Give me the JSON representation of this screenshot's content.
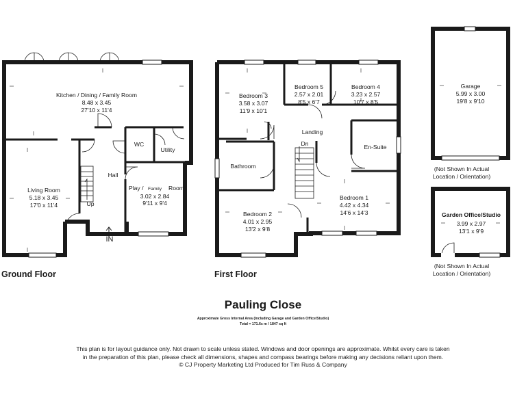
{
  "ground_floor": {
    "label": "Ground Floor",
    "kitchen": {
      "name": "Kitchen / Dining / Family Room",
      "metric": "8.48 x 3.45",
      "imperial": "27'10 x 11'4"
    },
    "living": {
      "name": "Living Room",
      "metric": "5.18 x 3.45",
      "imperial": "17'0 x 11'4"
    },
    "wc": {
      "name": "WC"
    },
    "utility": {
      "name": "Utility"
    },
    "hall": {
      "name": "Hall"
    },
    "play": {
      "name": "Play /",
      "name2": "Family",
      "name3": "Room",
      "metric": "3.02 x 2.84",
      "imperial": "9'11 x 9'4"
    },
    "stairs_label": "Up",
    "entrance": "IN"
  },
  "first_floor": {
    "label": "First Floor",
    "bedroom3": {
      "name": "Bedroom 3",
      "metric": "3.58 x 3.07",
      "imperial": "11'9 x 10'1"
    },
    "bedroom5": {
      "name": "Bedroom 5",
      "metric": "2.57 x 2.01",
      "imperial": "8'5 x 6'7"
    },
    "bedroom4": {
      "name": "Bedroom 4",
      "metric": "3.23 x 2.57",
      "imperial": "10'7 x 8'5"
    },
    "landing": {
      "name": "Landing"
    },
    "ensuite": {
      "name": "En-Suite"
    },
    "bathroom": {
      "name": "Bathroom"
    },
    "bedroom1": {
      "name": "Bedroom 1",
      "metric": "4.42 x 4.34",
      "imperial": "14'6 x 14'3"
    },
    "bedroom2": {
      "name": "Bedroom 2",
      "metric": "4.01 x 2.95",
      "imperial": "13'2 x 9'8"
    },
    "stairs_label": "Dn"
  },
  "garage": {
    "name": "Garage",
    "metric": "5.99 x 3.00",
    "imperial": "19'8 x 9'10",
    "note1": "(Not Shown In Actual",
    "note2": "Location / Orientation)"
  },
  "garden_office": {
    "name": "Garden Office/Studio",
    "metric": "3.99 x 2.97",
    "imperial": "13'1 x 9'9",
    "note1": "(Not Shown In Actual",
    "note2": "Location / Orientation)"
  },
  "title": "Pauling Close",
  "area_line1": "Approximate Gross Internal Area (Including Garage and Garden Office/Studio)",
  "area_line2": "Total = 171.6s m / 1847 sq ft",
  "disclaimer": {
    "line1": "This plan is for layout guidance only. Not drawn to scale unless stated. Windows and door openings are approximate. Whilst every care is taken",
    "line2": "in the preparation of this plan, please check all dimensions, shapes and compass bearings before making any decisions reliant upon them.",
    "line3": "© CJ Property Marketing Ltd Produced for Tim Russ & Company"
  },
  "colors": {
    "wall": "#1a1a1a",
    "background": "#ffffff"
  }
}
